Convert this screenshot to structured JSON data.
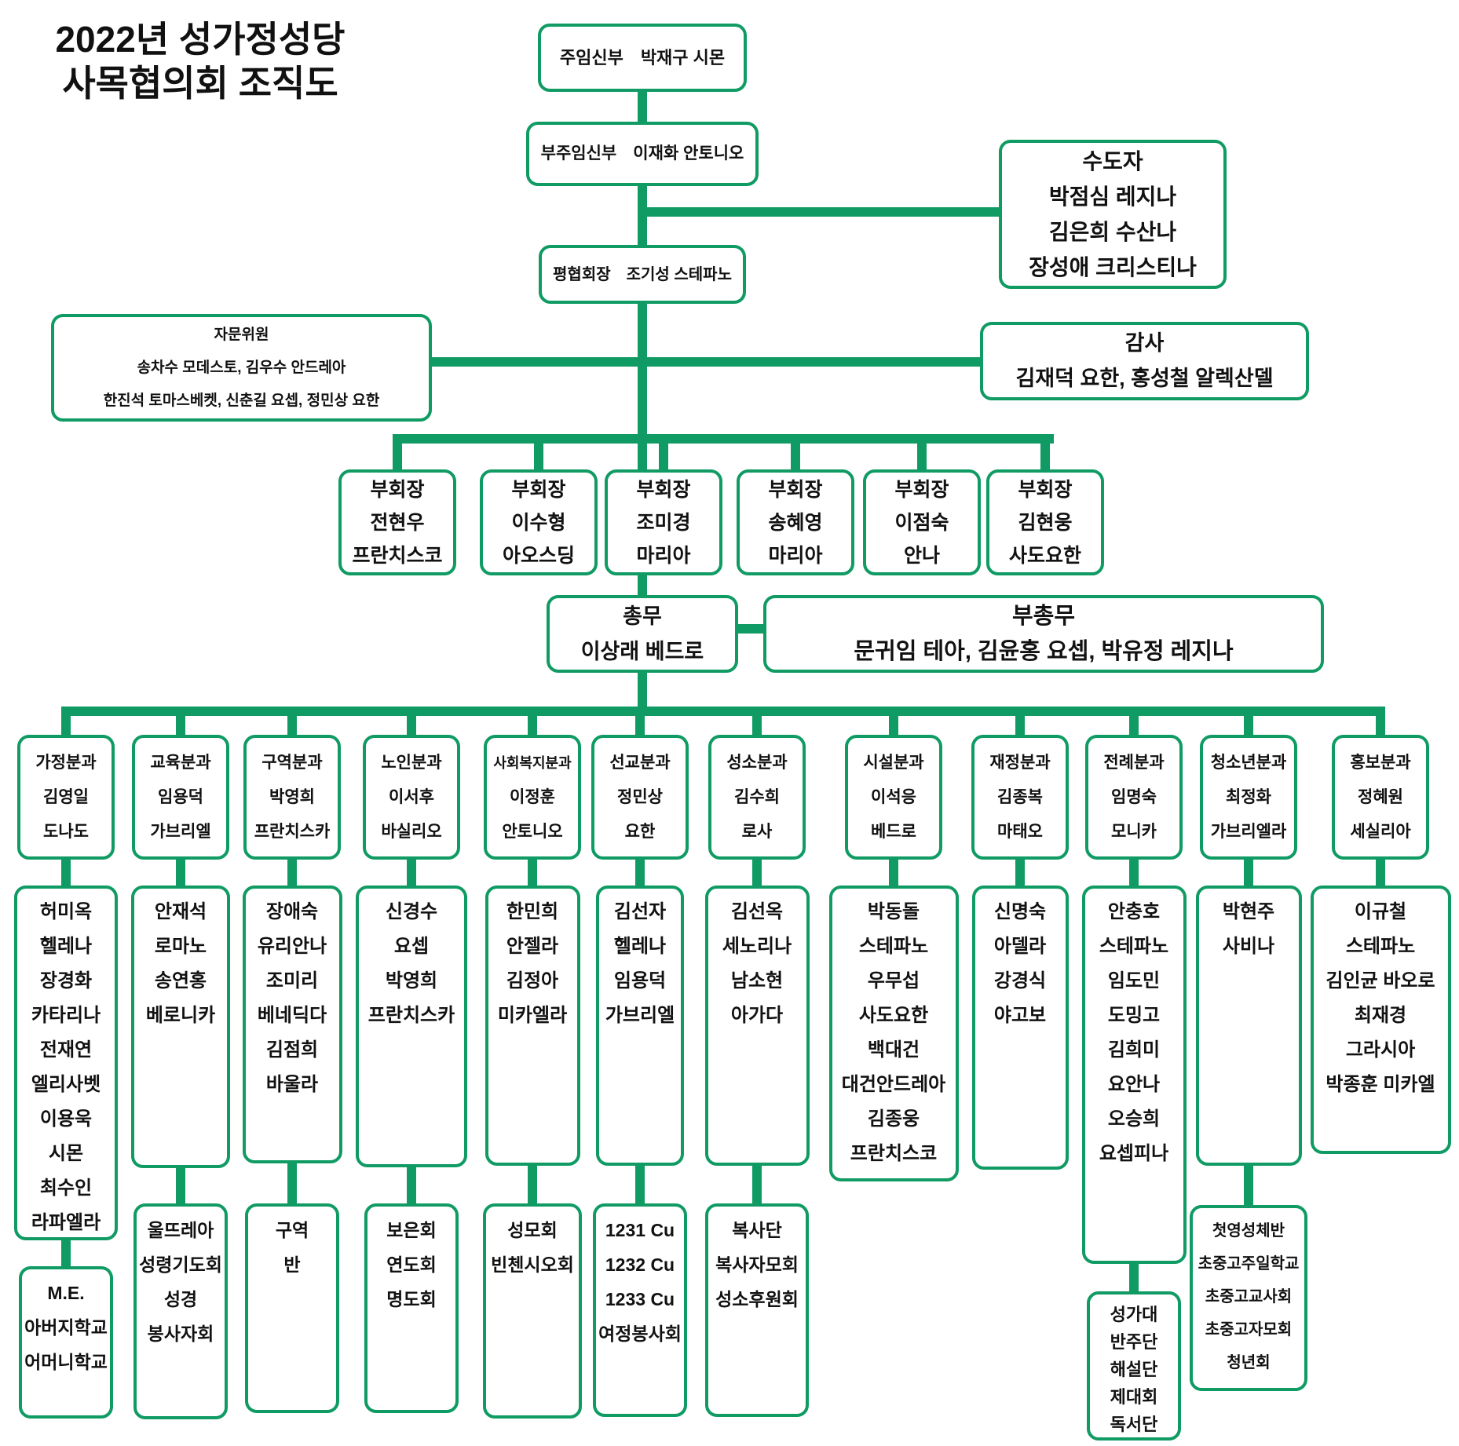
{
  "accent": "#0f9b63",
  "title": "2022년 성가정성당\n사목협의회 조직도",
  "top": {
    "pastor": "주임신부 박재구 시몬",
    "assistant_pastor": "부주임신부 이재화 안토니오",
    "religious": "수도자\n박점심 레지나\n김은희 수산나\n장성애 크리스티나",
    "lay_president": "평협회장 조기성 스테파노",
    "advisors": "자문위원\n송차수 모데스토, 김우수 안드레아\n한진석 토마스베켓, 신춘길 요셉, 정민상 요한",
    "auditors": "감사\n김재덕 요한, 홍성철 알렉산델",
    "secretary": "총무\n이상래 베드로",
    "assistant_secretary": "부총무\n문귀임 테아, 김윤홍 요셉, 박유정 레지나"
  },
  "vice_presidents": [
    "부회장\n전현우\n프란치스코",
    "부회장\n이수형\n아오스딩",
    "부회장\n조미경\n마리아",
    "부회장\n송혜영\n마리아",
    "부회장\n이점숙\n안나",
    "부회장\n김현웅\n사도요한"
  ],
  "departments": [
    {
      "name": "가정분과",
      "head": "김영일\n도나도",
      "members": "허미옥\n헬레나\n장경화\n카타리나\n전재연\n엘리사벳\n이용욱\n시몬\n최수인\n라파엘라",
      "groups": "M.E.\n아버지학교\n어머니학교"
    },
    {
      "name": "교육분과",
      "head": "임용덕\n가브리엘",
      "members": "안재석\n로마노\n송연홍\n베로니카",
      "groups": "울뜨레아\n성령기도회\n성경\n봉사자회"
    },
    {
      "name": "구역분과",
      "head": "박영희\n프란치스카",
      "members": "장애숙\n유리안나\n조미리\n베네딕다\n김점희\n바울라",
      "groups": "구역\n반"
    },
    {
      "name": "노인분과",
      "head": "이서후\n바실리오",
      "members": "신경수\n요셉\n박영희\n프란치스카",
      "groups": "보은회\n연도회\n명도회"
    },
    {
      "name": "사회복지분과",
      "head": "이정훈\n안토니오",
      "members": "한민희\n안젤라\n김정아\n미카엘라",
      "groups": "성모회\n빈첸시오회"
    },
    {
      "name": "선교분과",
      "head": "정민상\n요한",
      "members": "김선자\n헬레나\n임용덕\n가브리엘",
      "groups": "1231 Cu\n1232 Cu\n1233 Cu\n여정봉사회"
    },
    {
      "name": "성소분과",
      "head": "김수희\n로사",
      "members": "김선옥\n세노리나\n남소현\n아가다",
      "groups": "복사단\n복사자모회\n성소후원회"
    },
    {
      "name": "시설분과",
      "head": "이석응\n베드로",
      "members": "박동돌\n스테파노\n우무섭\n사도요한\n백대건\n대건안드레아\n김종웅\n프란치스코",
      "groups": null
    },
    {
      "name": "재정분과",
      "head": "김종복\n마태오",
      "members": "신명숙\n아델라\n강경식\n야고보",
      "groups": null
    },
    {
      "name": "전례분과",
      "head": "임명숙\n모니카",
      "members": "안충호\n스테파노\n임도민\n도밍고\n김희미\n요안나\n오승희\n요셉피나",
      "groups": "성가대\n반주단\n해설단\n제대회\n독서단"
    },
    {
      "name": "청소년분과",
      "head": "최정화\n가브리엘라",
      "members": "박현주\n사비나",
      "groups": "첫영성체반\n초중고주일학교\n초중고교사회\n초중고자모회\n청년회"
    },
    {
      "name": "홍보분과",
      "head": "정혜원\n세실리아",
      "members": "이규철\n스테파노\n김인균 바오로\n최재경\n그라시아\n박종훈 미카엘",
      "groups": null
    }
  ]
}
